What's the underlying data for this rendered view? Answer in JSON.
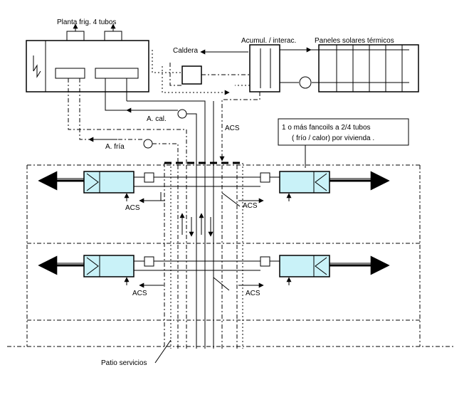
{
  "labels": {
    "planta": "Planta frig. 4 tubos",
    "caldera": "Caldera",
    "acumul": "Acumul. / interac.",
    "paneles": "Paneles solares térmicos",
    "a_cal": "A. cal.",
    "a_fria": "A. fría",
    "acs": "ACS",
    "fancoil_line1": "1 o más  fancoils a 2/4 tubos",
    "fancoil_line2": "( frío / calor)  por vivienda .",
    "patio": "Patio servicios"
  },
  "colors": {
    "fancoil_fill": "#c9f2f8",
    "line": "#000000"
  }
}
